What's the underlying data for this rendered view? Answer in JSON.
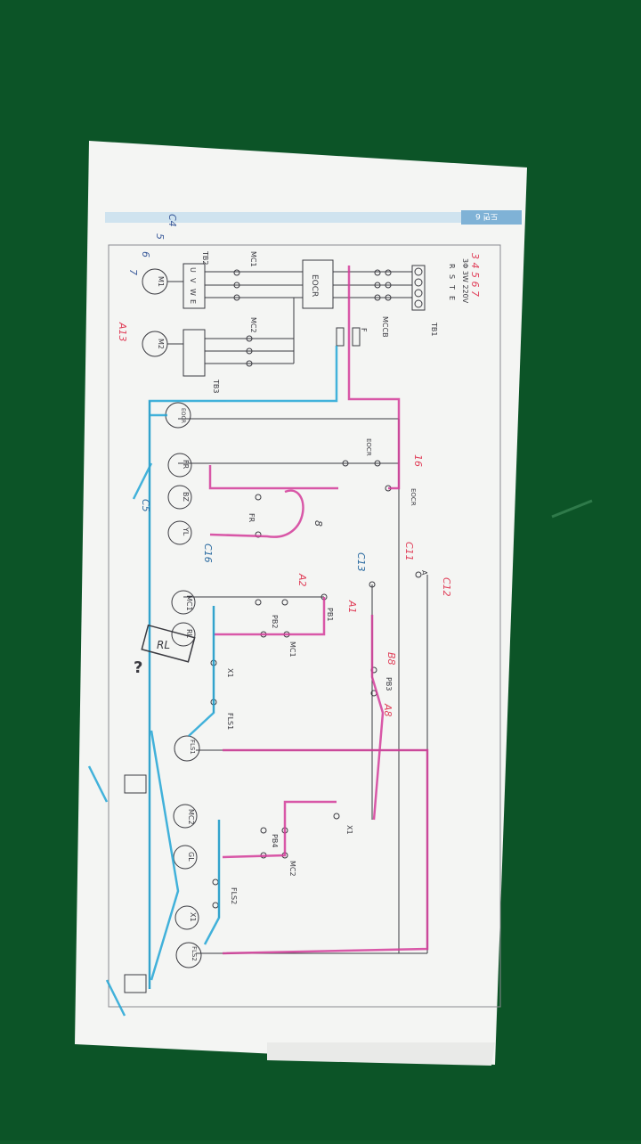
{
  "photo": {
    "surface_color": "#0f5a2a",
    "paper_color": "#f4f5f3",
    "ink_color": "#3a3a40",
    "highlighter_pink": "#d43c9a",
    "highlighter_blue": "#22a6d6",
    "pen_red": "#e0405a"
  },
  "diagram": {
    "header_tab": "도면 6",
    "supply": "3Φ 3W 220V",
    "phases": [
      "R",
      "S",
      "T",
      "E"
    ],
    "terminal_blocks": {
      "tb1": "TB1",
      "tb2": "TB2",
      "tb3": "TB3"
    },
    "breaker": "MCCB",
    "overload_relay": "EOCR",
    "fuse": "F",
    "contactors": {
      "mc1": "MC1",
      "mc2": "MC2"
    },
    "motors": {
      "m1": "M1",
      "m2": "M2"
    },
    "motor_terminals": [
      "U",
      "V",
      "W",
      "E"
    ],
    "lamps": [
      "EOCR",
      "FR",
      "BZ",
      "YL",
      "MC1",
      "RL",
      "FLS1",
      "MC2",
      "GL",
      "X1",
      "FLS2"
    ],
    "contact_labels": {
      "eocr_a": "EOCR",
      "eocr_b": "EOCR",
      "fr": "FR",
      "pb1": "PB1",
      "pb2": "PB2",
      "pb3": "PB3",
      "pb4": "PB4",
      "mc1": "MC1",
      "mc2": "MC2",
      "x1_a": "X1",
      "x1_b": "X1",
      "fls1": "FLS1",
      "fls2": "FLS2",
      "ao": "A"
    },
    "handwritten": {
      "top_seq": "3 4 5 6 7",
      "left_seq_1": "C4",
      "left_seq_2": "5",
      "left_seq_3": "6",
      "left_seq_4": "7",
      "a13": "A13",
      "n16": "16",
      "c11": "C11",
      "c13": "C13",
      "c12": "C12",
      "a2": "A2",
      "a1": "A1",
      "b8": "B8",
      "a8": "A8",
      "c5": "C5",
      "c16": "C16",
      "rl_box": "RL",
      "question": "?",
      "n8": "8"
    }
  }
}
